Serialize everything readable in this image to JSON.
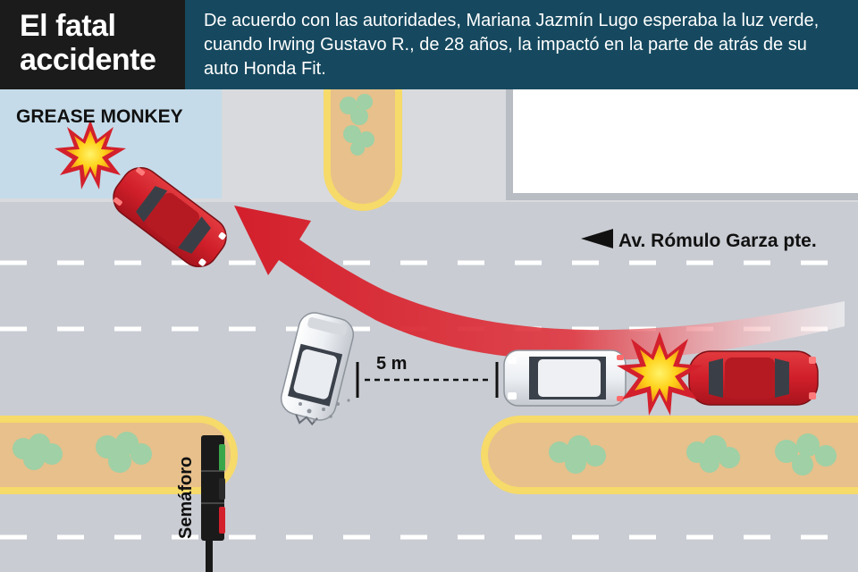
{
  "header": {
    "title_line1": "El fatal",
    "title_line2": "accidente",
    "description": "De acuerdo con las autoridades, Mariana Jazmín Lugo esperaba la luz verde, cuando Irwing Gustavo R., de 28 años, la impactó en la parte de atrás de su auto Honda Fit."
  },
  "labels": {
    "business": "GREASE MONKEY",
    "street": "Av. Rómulo Garza pte.",
    "distance": "5 m",
    "traffic_light": "Semáforo"
  },
  "colors": {
    "header_dark": "#1b1b1b",
    "header_blue": "#16495f",
    "road": "#c9ccd3",
    "median_fill": "#e7c08b",
    "median_border": "#f6da6a",
    "red_car": "#d3202c",
    "arrow": "#d3202c",
    "white_car": "#eceff3",
    "lot": "#c5dbe9"
  },
  "icons": {
    "impact_burst": "explosion-star-icon",
    "direction": "left-triangle-arrow-icon"
  }
}
